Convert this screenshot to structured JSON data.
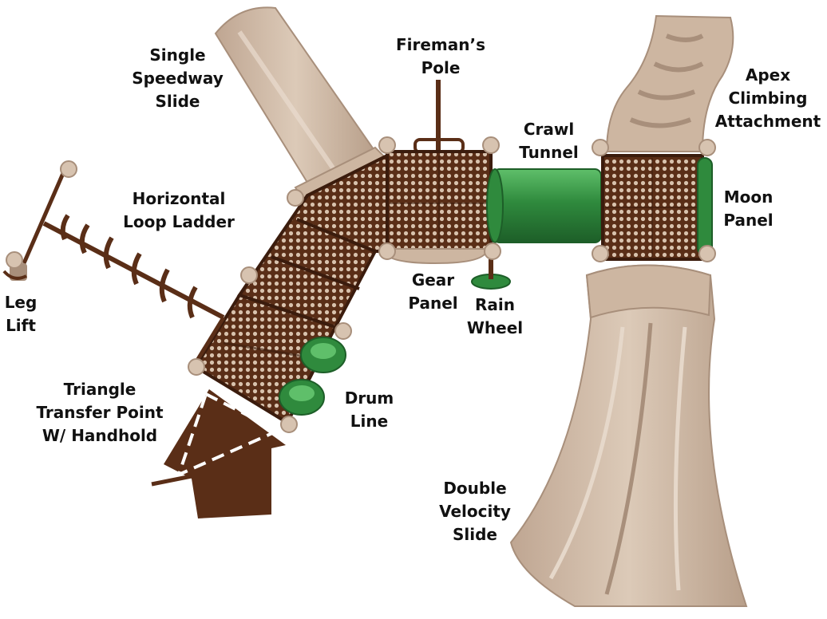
{
  "colors": {
    "tan": "#cdb6a1",
    "tan_dark": "#a88f7b",
    "tan_light": "#e3d3c4",
    "brown": "#5a2e17",
    "brown_dark": "#3b1c0d",
    "green": "#2f8a3d",
    "green_dark": "#1d5e28",
    "label": "#111111"
  },
  "labels": {
    "single_speedway_slide": [
      "Single",
      "Speedway",
      "Slide"
    ],
    "firemans_pole": [
      "Fireman’s",
      "Pole"
    ],
    "apex_climbing_attachment": [
      "Apex",
      "Climbing",
      "Attachment"
    ],
    "crawl_tunnel": [
      "Crawl",
      "Tunnel"
    ],
    "moon_panel": [
      "Moon",
      "Panel"
    ],
    "horizontal_loop_ladder": [
      "Horizontal",
      "Loop Ladder"
    ],
    "gear_panel": [
      "Gear",
      "Panel"
    ],
    "rain_wheel": [
      "Rain",
      "Wheel"
    ],
    "leg_lift": [
      "Leg",
      "Lift"
    ],
    "triangle_transfer_point": [
      "Triangle",
      "Transfer Point",
      "W/ Handhold"
    ],
    "drum_line": [
      "Drum",
      "Line"
    ],
    "double_velocity_slide": [
      "Double",
      "Velocity",
      "Slide"
    ]
  }
}
